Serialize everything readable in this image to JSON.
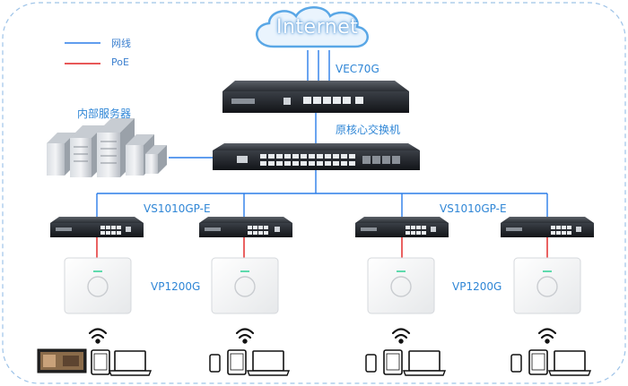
{
  "cloud_label": "Internet",
  "legend": [
    {
      "label": "网线",
      "color": "#2b7de9"
    },
    {
      "label": "PoE",
      "color": "#e02020"
    }
  ],
  "labels": {
    "gateway": "VEC70G",
    "core_switch": "原核心交换机",
    "servers": "内部服务器",
    "access_switch_left": "VS1010GP-E",
    "access_switch_right": "VS1010GP-E",
    "ap_left": "VP1200G",
    "ap_right": "VP1200G"
  },
  "colors": {
    "frame": "#9ec3e8",
    "text": "#2f86d6",
    "cloud_stroke": "#5aa7e6"
  },
  "icons": [
    "cloud-icon",
    "router-icon",
    "switch-icon",
    "server-rack-icon",
    "poe-switch-icon",
    "access-point-icon",
    "wifi-icon",
    "tablet-icon",
    "laptop-icon",
    "phone-icon",
    "tv-icon"
  ]
}
